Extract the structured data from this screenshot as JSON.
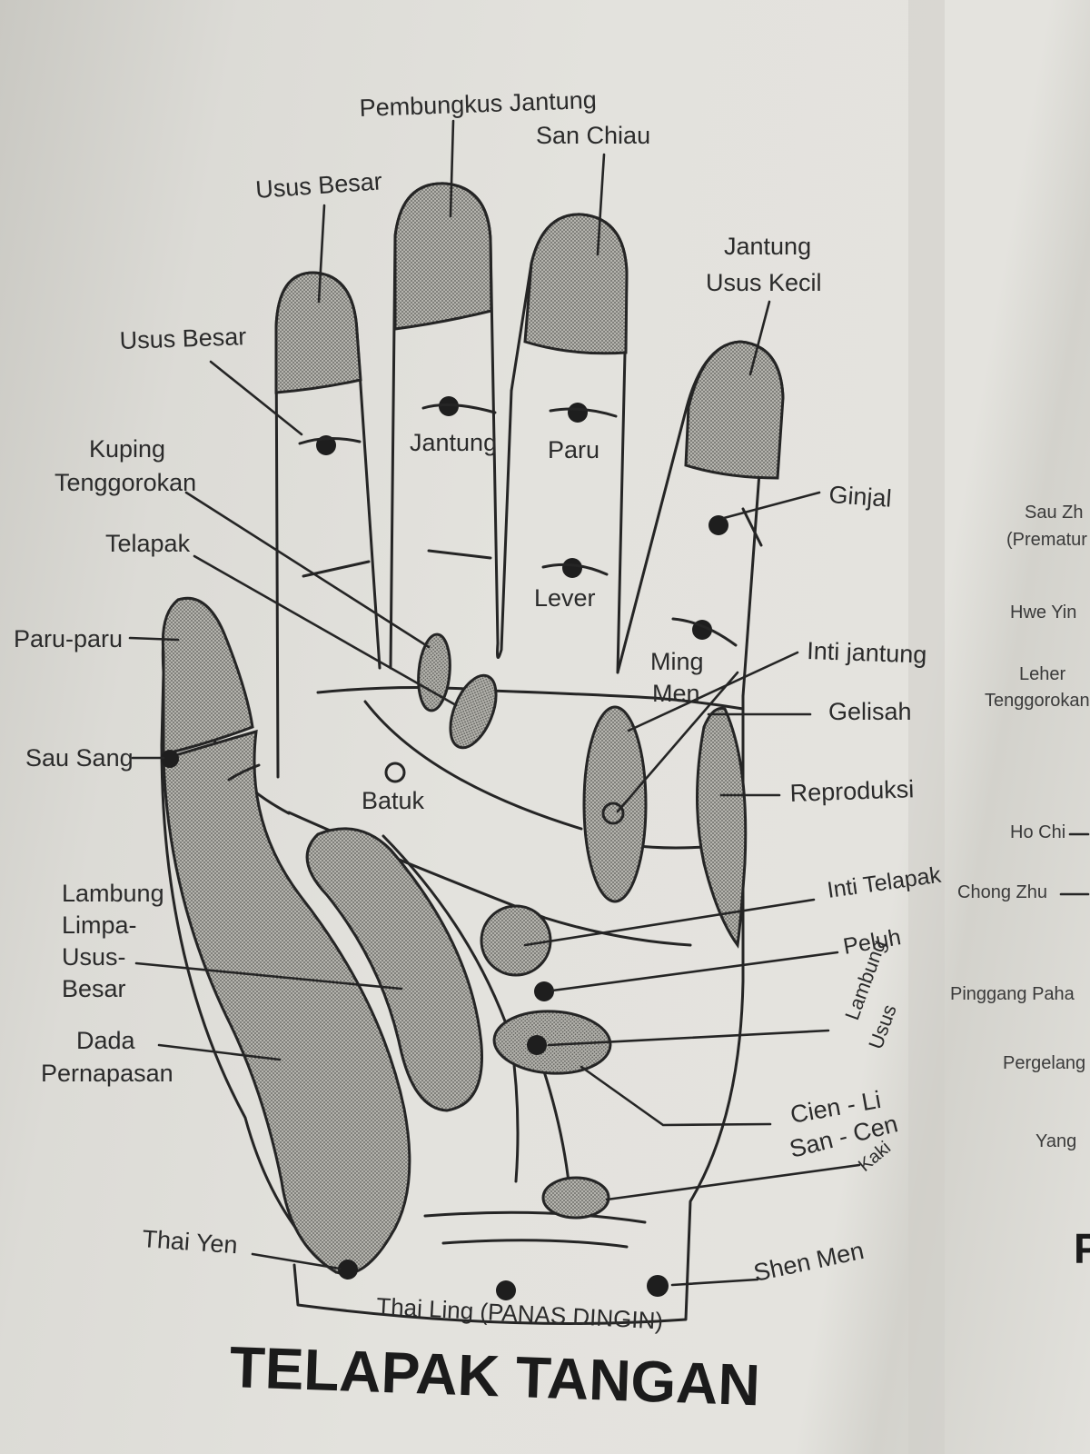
{
  "title": "TELAPAK TANGAN",
  "labels": {
    "pembungkus_jantung": "Pembungkus Jantung",
    "san_chiau": "San Chiau",
    "usus_besar_top": "Usus Besar",
    "jantung_usus_kecil_1": "Jantung",
    "jantung_usus_kecil_2": "Usus Kecil",
    "usus_besar_finger": "Usus Besar",
    "kuping_1": "Kuping",
    "kuping_2": "Tenggorokan",
    "telapak": "Telapak",
    "paru_paru": "Paru-paru",
    "sau_sang": "Sau Sang",
    "jantung": "Jantung",
    "paru": "Paru",
    "lever": "Lever",
    "ginjal": "Ginjal",
    "ming_men_1": "Ming",
    "ming_men_2": "Men",
    "inti_jantung": "Inti jantung",
    "gelisah": "Gelisah",
    "reproduksi": "Reproduksi",
    "batuk": "Batuk",
    "lambung_1": "Lambung",
    "lambung_2": "Limpa-",
    "lambung_3": "Usus-",
    "lambung_4": "Besar",
    "dada_1": "Dada",
    "dada_2": "Pernapasan",
    "inti_telapak": "Inti Telapak",
    "peluh": "Peluh",
    "lambung_usus_1": "Lambung",
    "lambung_usus_2": "Usus",
    "cien_li": "Cien - Li",
    "san_cen": "San - Cen",
    "kaki": "Kaki",
    "thai_yen": "Thai Yen",
    "thai_ling": "Thai Ling (PANAS DINGIN)",
    "shen_men": "Shen Men"
  },
  "right_page_labels": [
    "Sau Zh",
    "(Prematur",
    "Hwe Yin",
    "Leher",
    "Tenggorokan",
    "Ho Chi",
    "Chong Zhu",
    "Pinggang Paha",
    "Pergelang",
    "Yang",
    "P"
  ],
  "colors": {
    "ink": "#252525",
    "paper": "#e2e1dc"
  }
}
